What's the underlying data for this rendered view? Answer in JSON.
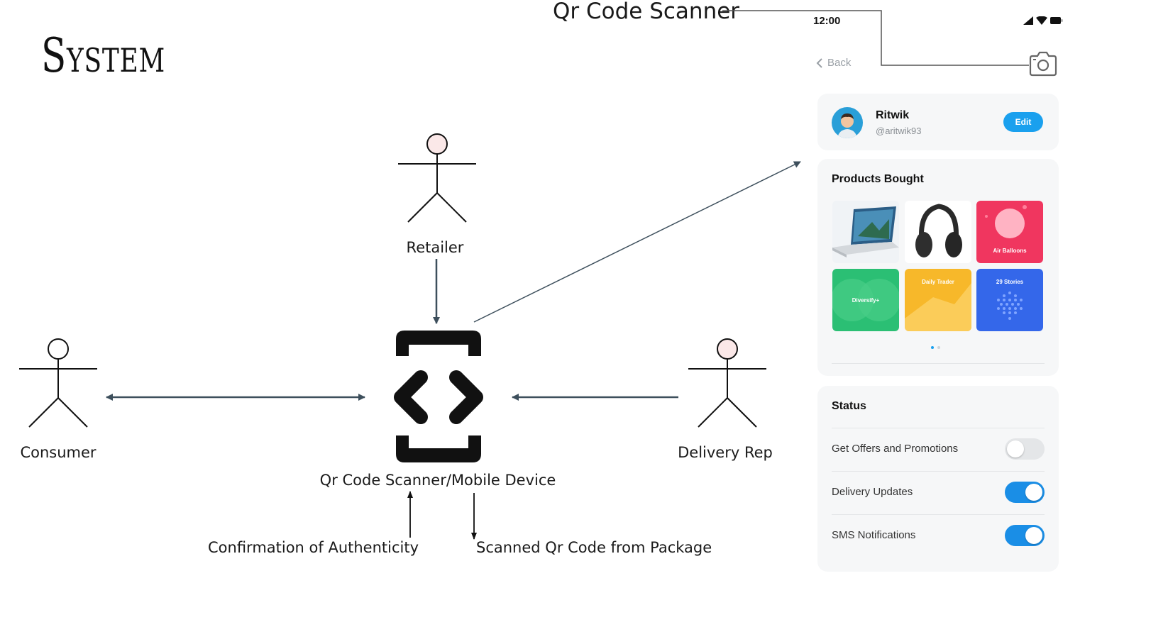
{
  "diagram": {
    "title": "System",
    "callout_label": "Qr Code Scanner",
    "actors": {
      "retailer": "Retailer",
      "consumer": "Consumer",
      "delivery_rep": "Delivery Rep"
    },
    "device_label": "Qr Code Scanner/Mobile Device",
    "confirmation_label": "Confirmation of  Authenticity",
    "scanned_label": "Scanned Qr Code from Package",
    "colors": {
      "arrow": "#3d4f5c",
      "actor_head_pink": "#fbe8e8",
      "actor_line": "#111111"
    }
  },
  "phone": {
    "status_bar": {
      "time": "12:00"
    },
    "nav": {
      "back_label": "Back",
      "camera_icon": "camera-icon"
    },
    "profile": {
      "name": "Ritwik",
      "handle": "@aritwik93",
      "edit_label": "Edit"
    },
    "products": {
      "title": "Products Bought",
      "tiles": [
        {
          "label": "",
          "icon": "laptop"
        },
        {
          "label": "",
          "icon": "headphones"
        },
        {
          "label": "Air Balloons",
          "color": "#f0365f"
        },
        {
          "label": "Diversify+",
          "color": "#2bbf74"
        },
        {
          "label": "Daily Trader",
          "color": "#f7b82a"
        },
        {
          "label": "29 Stories",
          "color": "#3467ea"
        }
      ]
    },
    "status": {
      "title": "Status",
      "rows": [
        {
          "label": "Get Offers and Promotions",
          "enabled": false
        },
        {
          "label": "Delivery Updates",
          "enabled": true
        },
        {
          "label": "SMS Notifications",
          "enabled": true
        }
      ]
    },
    "colors": {
      "accent": "#1aa0ee",
      "toggle_on": "#1a8ee6",
      "card_bg": "#f6f7f8"
    }
  }
}
